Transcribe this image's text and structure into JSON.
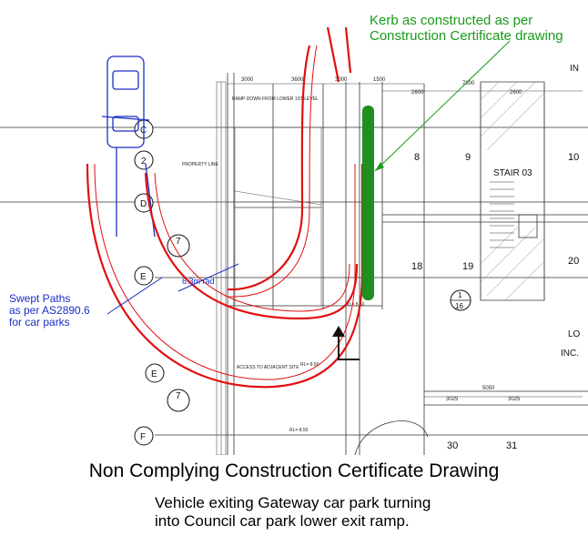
{
  "annotations": {
    "kerb_note_line1": "Kerb as constructed as per",
    "kerb_note_line2": "Construction Certificate drawing",
    "swept_line1": "Swept Paths",
    "swept_line2": "as per AS2890.6",
    "swept_line3": "for car parks",
    "radius_label": "6.3m rad"
  },
  "caption": {
    "title": "Non Complying Construction Certificate Drawing",
    "line1": "Vehicle exiting Gateway car park turning",
    "line2": "into Council car park lower exit ramp."
  },
  "grid_labels": [
    "C",
    "2",
    "D",
    "E",
    "E",
    "F",
    "7",
    "7"
  ],
  "bay_numbers": [
    "8",
    "9",
    "10",
    "18",
    "19",
    "20",
    "30",
    "31"
  ],
  "room_labels": {
    "stair": "STAIR 03",
    "inc": "INC.",
    "lo": "LO",
    "in": "IN"
  },
  "dimensions_top": [
    "3000",
    "3600",
    "3000",
    "1500",
    "2600",
    "7800",
    "2600"
  ],
  "dimensions_bottom": [
    "3025",
    "5050",
    "3025"
  ],
  "drawing_text": {
    "ramp_down": "RAMP DOWN FROM LOWER 1ST LEVEL",
    "property_line": "PROPERTY LINE",
    "access": "ACCESS TO ADJACENT SITE",
    "rl1": "RL= 8.50",
    "rl2": "RL= 8.50",
    "rl3": "RL= 8.50",
    "section_top": "1",
    "section_bottom": "16"
  },
  "colors": {
    "kerb": "#1f8f1f",
    "swept_path": "#e01010",
    "annotation_blue": "#1a2fc4",
    "annotation_green": "#1a9a1a"
  }
}
